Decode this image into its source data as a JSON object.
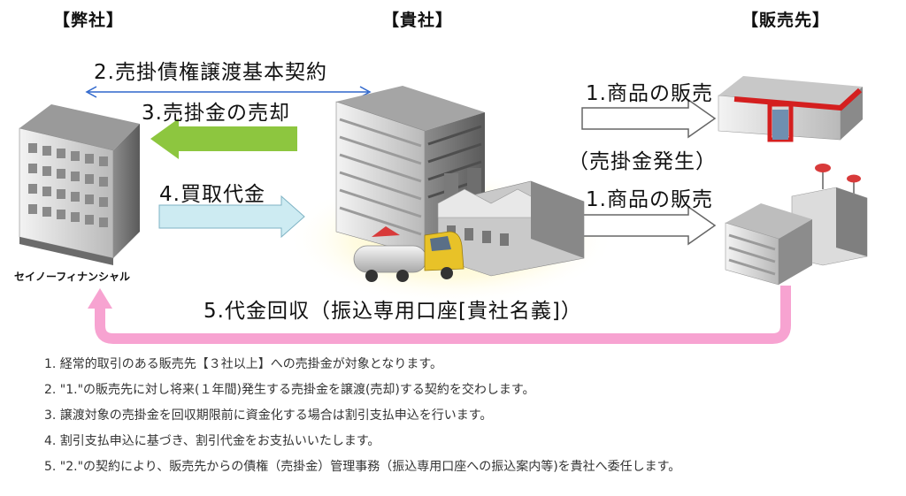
{
  "headers": {
    "our_company": "【弊社】",
    "your_company": "【貴社】",
    "customers": "【販売先】"
  },
  "company_name": "セイノーフィナンシャル",
  "steps": {
    "contract": "2.売掛債権譲渡基本契約",
    "sale": "3.売掛金の売却",
    "payment": "4.買取代金",
    "sales_top": "1.商品の販売",
    "receivable": "（売掛金発生）",
    "sales_bottom": "1.商品の販売",
    "collection": "5.代金回収（振込専用口座[貴社名義]）"
  },
  "colors": {
    "sale_arrow": "#8dc63f",
    "payment_arrow": "#cdebf2",
    "collection_arrow": "#f7a3d1",
    "contract_line": "#2e66cc"
  },
  "icons": [
    "office-building-icon",
    "factory-icon",
    "tanker-truck-icon",
    "store-icon",
    "industrial-complex-icon"
  ],
  "notes": [
    "1.  経常的取引のある販売先【３社以上】への売掛金が対象となります。",
    "2. \"1.\"の販売先に対し将来(１年間)発生する売掛金を譲渡(売却)する契約を交わします。",
    "3. 譲渡対象の売掛金を回収期限前に資金化する場合は割引支払申込を行います。",
    "4. 割引支払申込に基づき、割引代金をお支払いいたします。",
    "5. \"2.\"の契約により、販売先からの債権（売掛金）管理事務（振込専用口座への振込案内等)を貴社へ委任します。"
  ]
}
